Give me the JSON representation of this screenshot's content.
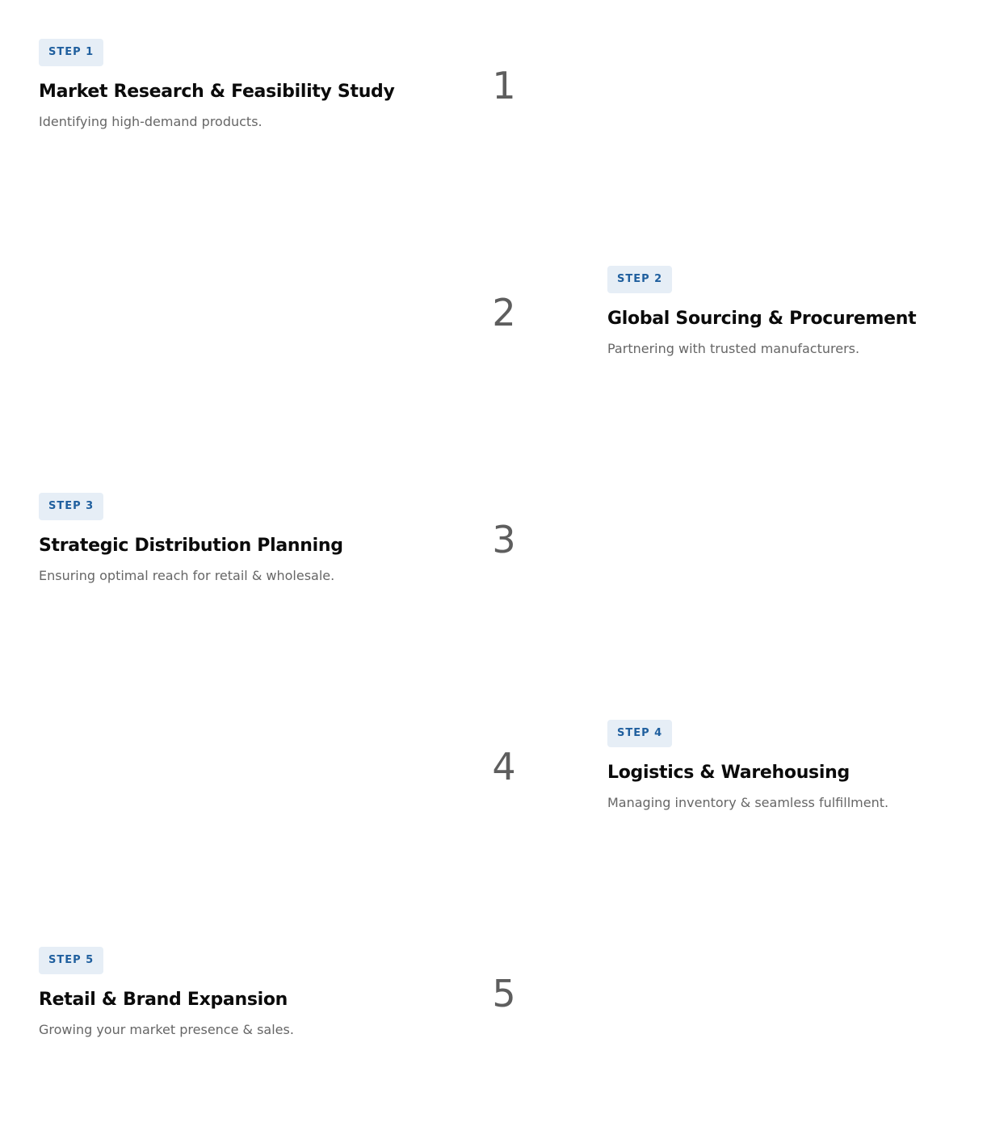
{
  "steps": [
    {
      "badge": "STEP 1",
      "number": "1",
      "title": "Market Research & Feasibility Study",
      "description": "Identifying high-demand products."
    },
    {
      "badge": "STEP 2",
      "number": "2",
      "title": "Global Sourcing & Procurement",
      "description": "Partnering with trusted manufacturers."
    },
    {
      "badge": "STEP 3",
      "number": "3",
      "title": "Strategic Distribution Planning",
      "description": "Ensuring optimal reach for retail & wholesale."
    },
    {
      "badge": "STEP 4",
      "number": "4",
      "title": "Logistics & Warehousing",
      "description": "Managing inventory & seamless fulfillment."
    },
    {
      "badge": "STEP 5",
      "number": "5",
      "title": "Retail & Brand Expansion",
      "description": "Growing your market presence & sales."
    }
  ],
  "colors": {
    "badge_background": "#e6eef6",
    "badge_text": "#1f5f9e",
    "title_text": "#0b0b0b",
    "description_text": "#666666",
    "number_text": "#5e5e5e"
  }
}
